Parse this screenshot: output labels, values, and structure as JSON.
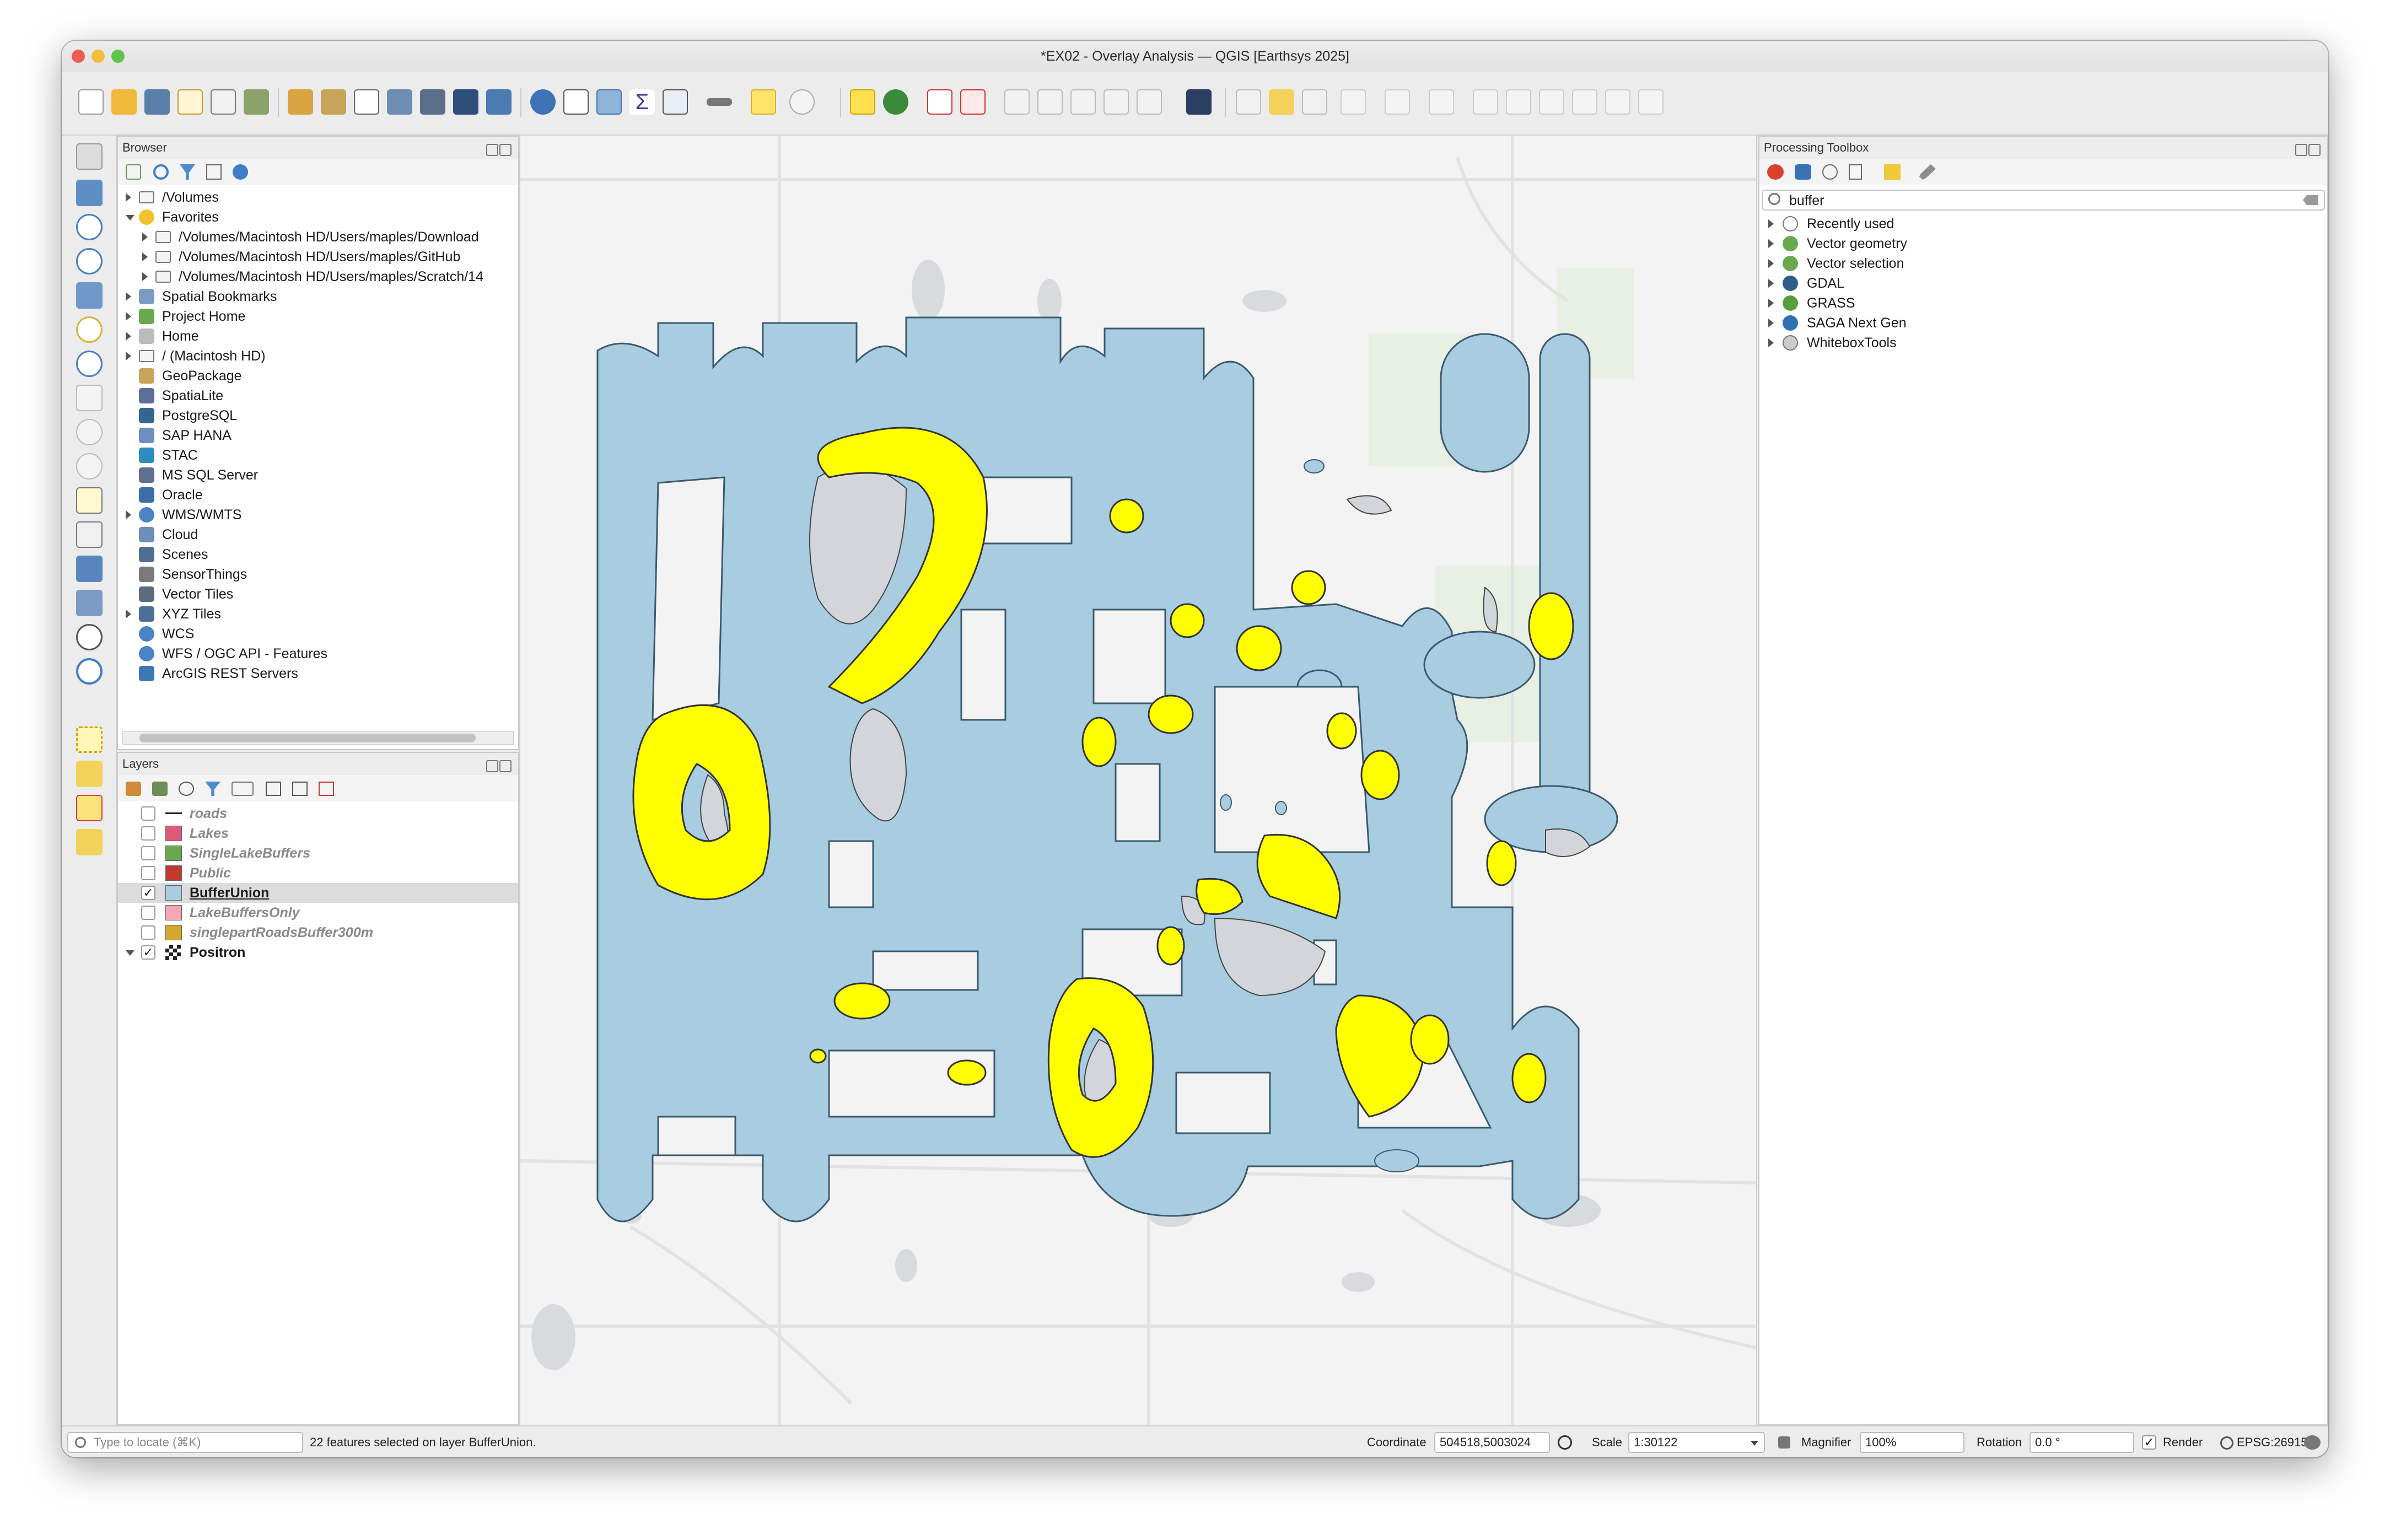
{
  "window": {
    "title": "*EX02 - Overlay Analysis — QGIS [Earthsys 2025]"
  },
  "browser": {
    "title": "Browser",
    "items": [
      {
        "label": "/Volumes",
        "expand": "collapsed",
        "icon": "folder-icon"
      },
      {
        "label": "Favorites",
        "expand": "expanded",
        "icon": "star-icon"
      },
      {
        "label": "/Volumes/Macintosh HD/Users/maples/Download",
        "expand": "collapsed",
        "icon": "folder-icon",
        "indent": 1
      },
      {
        "label": "/Volumes/Macintosh HD/Users/maples/GitHub",
        "expand": "collapsed",
        "icon": "folder-icon",
        "indent": 1
      },
      {
        "label": "/Volumes/Macintosh HD/Users/maples/Scratch/14",
        "expand": "collapsed",
        "icon": "folder-icon",
        "indent": 1
      },
      {
        "label": "Spatial Bookmarks",
        "expand": "collapsed",
        "icon": "bookmark-icon"
      },
      {
        "label": "Project Home",
        "expand": "collapsed",
        "icon": "project-home-icon"
      },
      {
        "label": "Home",
        "expand": "collapsed",
        "icon": "home-folder-icon"
      },
      {
        "label": "/ (Macintosh HD)",
        "expand": "collapsed",
        "icon": "folder-icon"
      },
      {
        "label": "GeoPackage",
        "expand": "none",
        "icon": "geopackage-icon"
      },
      {
        "label": "SpatiaLite",
        "expand": "none",
        "icon": "spatialite-icon"
      },
      {
        "label": "PostgreSQL",
        "expand": "none",
        "icon": "postgresql-icon"
      },
      {
        "label": "SAP HANA",
        "expand": "none",
        "icon": "sap-hana-icon"
      },
      {
        "label": "STAC",
        "expand": "none",
        "icon": "stac-icon"
      },
      {
        "label": "MS SQL Server",
        "expand": "none",
        "icon": "mssql-icon"
      },
      {
        "label": "Oracle",
        "expand": "none",
        "icon": "oracle-icon"
      },
      {
        "label": "WMS/WMTS",
        "expand": "collapsed",
        "icon": "globe-icon"
      },
      {
        "label": "Cloud",
        "expand": "none",
        "icon": "cloud-icon"
      },
      {
        "label": "Scenes",
        "expand": "none",
        "icon": "scenes-icon"
      },
      {
        "label": "SensorThings",
        "expand": "none",
        "icon": "sensor-icon"
      },
      {
        "label": "Vector Tiles",
        "expand": "none",
        "icon": "vector-tiles-icon"
      },
      {
        "label": "XYZ Tiles",
        "expand": "collapsed",
        "icon": "xyz-tiles-icon"
      },
      {
        "label": "WCS",
        "expand": "none",
        "icon": "globe-icon"
      },
      {
        "label": "WFS / OGC API - Features",
        "expand": "none",
        "icon": "globe-icon"
      },
      {
        "label": "ArcGIS REST Servers",
        "expand": "none",
        "icon": "arcgis-icon"
      }
    ]
  },
  "layers": {
    "title": "Layers",
    "items": [
      {
        "label": "roads",
        "checked": false,
        "swatch": "line",
        "color": "#222222",
        "style": "italic-gray"
      },
      {
        "label": "Lakes",
        "checked": false,
        "swatch": "fill",
        "color": "#e0587a",
        "style": "italic-gray"
      },
      {
        "label": "SingleLakeBuffers",
        "checked": false,
        "swatch": "fill",
        "color": "#6aa84f",
        "style": "italic-gray"
      },
      {
        "label": "Public",
        "checked": false,
        "swatch": "fill",
        "color": "#c0392b",
        "style": "italic-gray"
      },
      {
        "label": "BufferUnion",
        "checked": true,
        "swatch": "fill",
        "color": "#a8cce0",
        "style": "bold-underline",
        "selected": true
      },
      {
        "label": "LakeBuffersOnly",
        "checked": false,
        "swatch": "fill",
        "color": "#f4a6b8",
        "style": "italic-gray"
      },
      {
        "label": "singlepartRoadsBuffer300m",
        "checked": false,
        "swatch": "fill",
        "color": "#d4a82c",
        "style": "italic-gray"
      },
      {
        "label": "Positron",
        "checked": true,
        "swatch": "raster",
        "color": "#3a6ea5",
        "style": "bold",
        "expanded": true
      }
    ]
  },
  "processing": {
    "title": "Processing Toolbox",
    "search_value": "buffer",
    "items": [
      {
        "label": "Recently used",
        "icon": "clock-icon"
      },
      {
        "label": "Vector geometry",
        "icon": "qgis-icon"
      },
      {
        "label": "Vector selection",
        "icon": "qgis-icon"
      },
      {
        "label": "GDAL",
        "icon": "gdal-icon"
      },
      {
        "label": "GRASS",
        "icon": "grass-icon"
      },
      {
        "label": "SAGA Next Gen",
        "icon": "saga-icon"
      },
      {
        "label": "WhiteboxTools",
        "icon": "whitebox-icon"
      }
    ]
  },
  "status": {
    "locate_placeholder": "Type to locate (⌘K)",
    "message": "22 features selected on layer BufferUnion.",
    "coordinate_label": "Coordinate",
    "coordinate_value": "504518,5003024",
    "scale_label": "Scale",
    "scale_value": "1:30122",
    "magnifier_label": "Magnifier",
    "magnifier_value": "100%",
    "rotation_label": "Rotation",
    "rotation_value": "0.0 °",
    "render_label": "Render",
    "render_checked": true,
    "crs": "EPSG:26915"
  },
  "colors": {
    "buffer_fill": "#a8cce0",
    "buffer_stroke": "#3c5a6e",
    "selected_fill": "#ffff00",
    "lake_fill": "#d2d6da",
    "park_fill": "#e8efe3",
    "basemap": "#f3f3f3"
  }
}
